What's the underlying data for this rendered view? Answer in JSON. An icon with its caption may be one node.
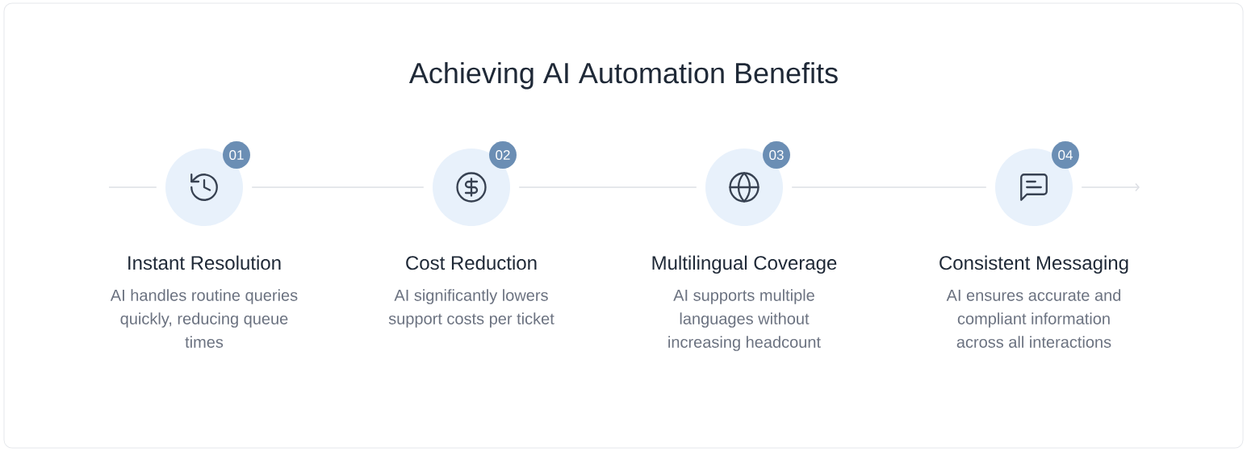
{
  "diagram": {
    "title": "Achieving AI Automation Benefits",
    "nodes": [
      {
        "text": [
          "Instant Resolution",
          "AI handles routine queries quickly, reducing queue times"
        ]
      },
      {
        "text": [
          "01"
        ]
      },
      {
        "text": [
          "Cost Reduction",
          "AI significantly lowers support costs per ticket"
        ]
      },
      {
        "text": [
          "02"
        ]
      },
      {
        "text": [
          "Multilingual Coverage",
          "AI supports multiple languages without increasing headcount"
        ]
      },
      {
        "text": [
          "03"
        ]
      },
      {
        "text": [
          "Consistent Messaging",
          "AI ensures accurate and compliant information across all interactions"
        ]
      },
      {
        "text": [
          "04"
        ]
      }
    ],
    "edges": [
      {
        "from": null,
        "to": 0,
        "arrow": "none"
      },
      {
        "from": 0,
        "to": 2,
        "arrow": "none"
      },
      {
        "from": 2,
        "to": 4,
        "arrow": "none"
      },
      {
        "from": 4,
        "to": 6,
        "arrow": "none"
      },
      {
        "from": 6,
        "to": null,
        "arrow": "to"
      }
    ]
  }
}
